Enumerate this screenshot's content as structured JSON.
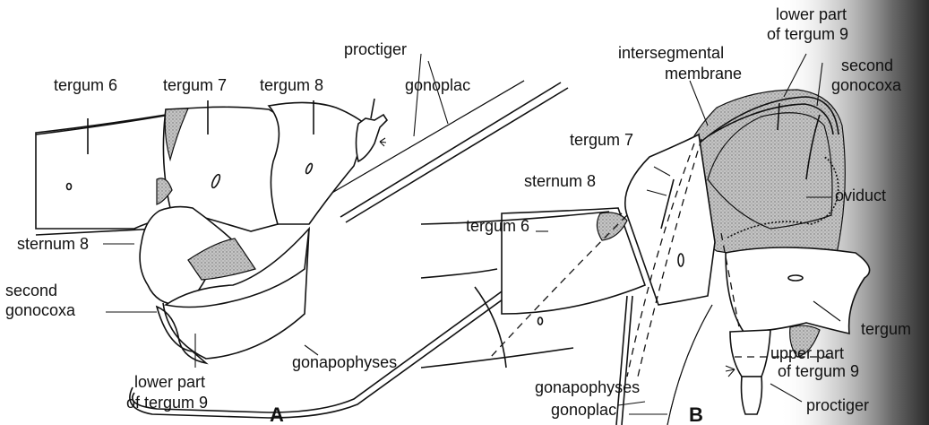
{
  "figure": {
    "panel_a": {
      "letter": "A",
      "labels": {
        "tergum6": "tergum 6",
        "tergum7": "tergum 7",
        "tergum8": "tergum 8",
        "proctiger": "proctiger",
        "gonoplac": "gonoplac",
        "sternum8": "sternum 8",
        "second_gonocoxa_line1": "second",
        "second_gonocoxa_line2": "gonocoxa",
        "lower_tergum9_line1": "lower part",
        "lower_tergum9_line2": "of tergum 9",
        "gonapophyses": "gonapophyses"
      }
    },
    "panel_b": {
      "letter": "B",
      "labels": {
        "lower_tergum9_line1": "lower part",
        "lower_tergum9_line2": "of tergum 9",
        "intersegmental_line1": "intersegmental",
        "intersegmental_line2": "membrane",
        "second_gonocoxa_line1": "second",
        "second_gonocoxa_line2": "gonocoxa",
        "tergum7": "tergum 7",
        "sternum8": "sternum 8",
        "oviduct": "oviduct",
        "tergum6": "tergum 6",
        "tergum": "tergum",
        "upper_tergum9_line1": "upper part",
        "upper_tergum9_line2": "of tergum 9",
        "proctiger": "proctiger",
        "gonapophyses": "gonapophyses",
        "gonoplac": "gonoplac"
      }
    },
    "colors": {
      "ink": "#111111",
      "stipple": "#9a9a9a",
      "background": "#ffffff"
    }
  }
}
